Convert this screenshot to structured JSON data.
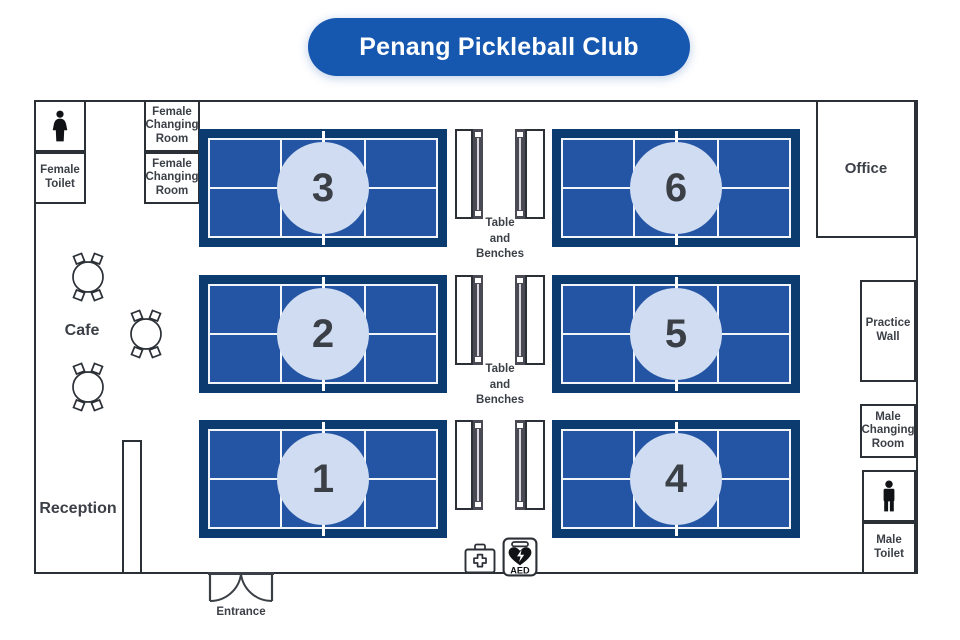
{
  "header": {
    "title": "Penang Pickleball Club",
    "banner_color": "#1657b0",
    "banner_text_color": "#ffffff"
  },
  "theme": {
    "court_surface": "#2455a4",
    "court_surround": "#0c3b70",
    "court_line": "#f2f5fa",
    "badge_fill": "#cfdcf2",
    "wall": "#2b2f36",
    "text": "#3b3f46",
    "bench": "#4a4a55",
    "background": "#ffffff"
  },
  "courts": [
    {
      "number": "3",
      "row": "top",
      "side": "left"
    },
    {
      "number": "6",
      "row": "top",
      "side": "right"
    },
    {
      "number": "2",
      "row": "middle",
      "side": "left"
    },
    {
      "number": "5",
      "row": "middle",
      "side": "right"
    },
    {
      "number": "1",
      "row": "bottom",
      "side": "left"
    },
    {
      "number": "4",
      "row": "bottom",
      "side": "right"
    }
  ],
  "rooms": {
    "female_toilet": {
      "label": "Female\nToilet",
      "icon": "female-restroom-icon"
    },
    "female_changing_upper": {
      "label": "Female\nChanging\nRoom"
    },
    "female_changing_lower": {
      "label": "Female\nChanging\nRoom"
    },
    "office": {
      "label": "Office"
    },
    "practice_wall": {
      "label": "Practice\nWall"
    },
    "male_changing": {
      "label": "Male\nChanging\nRoom"
    },
    "male_toilet": {
      "label": "Male\nToilet",
      "icon": "male-restroom-icon"
    }
  },
  "areas": {
    "cafe": {
      "label": "Cafe",
      "table_count": 3,
      "chairs_per_table": 4
    },
    "reception": {
      "label": "Reception"
    },
    "entrance": {
      "label": "Entrance",
      "door_type": "double-swing"
    }
  },
  "amenities": [
    {
      "name": "table-and-benches-upper",
      "label": "Table\nand\nBenches"
    },
    {
      "name": "table-and-benches-lower",
      "label": "Table\nand\nBenches"
    }
  ],
  "safety": {
    "first_aid": {
      "name": "first-aid-kit-icon",
      "label": ""
    },
    "aed": {
      "name": "aed-icon",
      "label": "AED"
    }
  }
}
